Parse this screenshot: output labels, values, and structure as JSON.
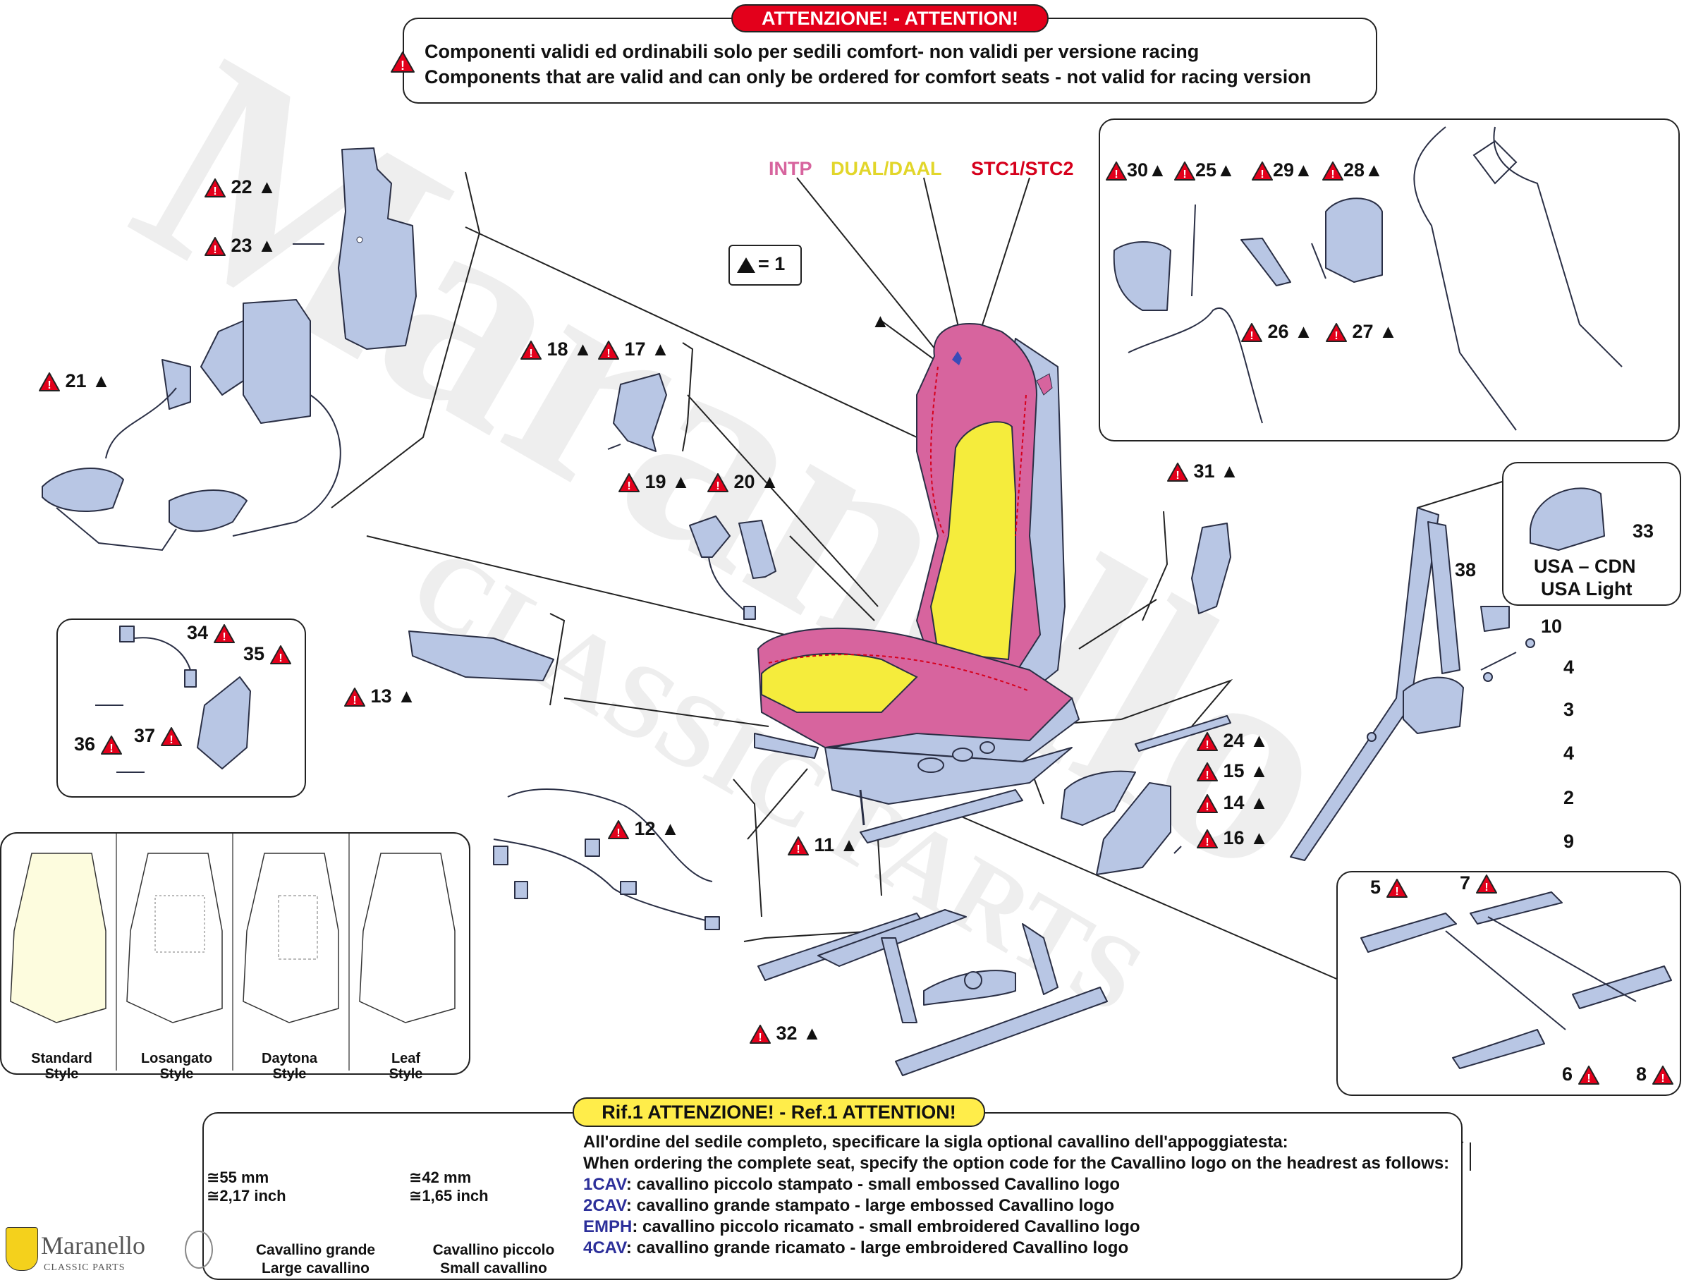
{
  "top_notice": {
    "banner": "ATTENZIONE! - ATTENTION!",
    "line_it": "Componenti validi ed ordinabili solo per sedili comfort- non validi per versione  racing",
    "line_en": "Components that are valid and can only be ordered for comfort seats - not valid for racing version"
  },
  "legend": {
    "triangle_eq": "= 1"
  },
  "seat_zones": {
    "intp": "INTP",
    "dual": "DUAL/DAAL",
    "stc": "STC1/STC2"
  },
  "colors": {
    "intp": "#d7649e",
    "dual": "#f5ec3c",
    "stc": "#d6001c",
    "part_fill": "#b8c6e4",
    "warn_red": "#e3001b"
  },
  "callouts": {
    "c22": "22",
    "c23": "23",
    "c21": "21",
    "c18": "18",
    "c17": "17",
    "c19": "19",
    "c20": "20",
    "c13": "13",
    "c12": "12",
    "c11": "11",
    "c32": "32",
    "c24": "24",
    "c15": "15",
    "c14": "14",
    "c16": "16",
    "c31": "31",
    "c30": "30",
    "c25": "25",
    "c29": "29",
    "c28": "28",
    "c26": "26",
    "c27": "27",
    "c34": "34",
    "c35": "35",
    "c36": "36",
    "c37": "37",
    "c33": "33",
    "c38": "38",
    "c10": "10",
    "c4a": "4",
    "c3": "3",
    "c4b": "4",
    "c2": "2",
    "c9": "9",
    "c5": "5",
    "c7": "7",
    "c6": "6",
    "c8": "8"
  },
  "usa": {
    "line1": "USA – CDN",
    "line2": "USA Light"
  },
  "styles": [
    {
      "name": "Standard",
      "suffix": "Style"
    },
    {
      "name": "Losangato",
      "suffix": "Style"
    },
    {
      "name": "Daytona",
      "suffix": "Style"
    },
    {
      "name": "Leaf",
      "suffix": "Style"
    }
  ],
  "bottom_notice": {
    "banner": "Rif.1 ATTENZIONE! - Ref.1 ATTENTION!",
    "large": {
      "mm": "≅55 mm",
      "inch": "≅2,17 inch",
      "cap1": "Cavallino grande",
      "cap2": "Large cavallino"
    },
    "small": {
      "mm": "≅42 mm",
      "inch": "≅1,65 inch",
      "cap1": "Cavallino piccolo",
      "cap2": "Small cavallino"
    },
    "intro_it": "All'ordine del sedile completo, specificare la sigla optional cavallino dell'appoggiatesta:",
    "intro_en": "When ordering the complete seat, specify the option code for the Cavallino logo on the headrest as follows:",
    "codes": [
      {
        "code": "1CAV",
        "text": ": cavallino piccolo stampato - small embossed Cavallino logo"
      },
      {
        "code": "2CAV",
        "text": ": cavallino grande stampato - large embossed Cavallino logo"
      },
      {
        "code": "EMPH",
        "text": ": cavallino piccolo ricamato - small embroidered Cavallino logo"
      },
      {
        "code": "4CAV",
        "text": ": cavallino grande ricamato - large embroidered Cavallino logo"
      }
    ]
  },
  "brand": {
    "name": "Maranello",
    "sub": "CLASSIC PARTS"
  },
  "watermark": {
    "big": "Maranello",
    "sub": "CLASSIC PARTS"
  }
}
